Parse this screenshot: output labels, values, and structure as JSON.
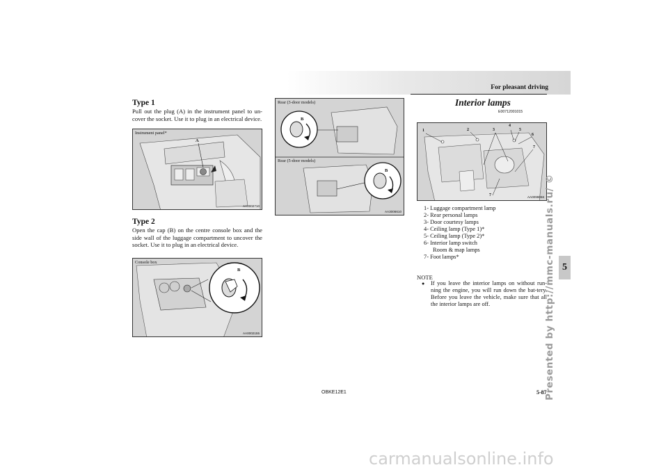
{
  "header": {
    "title": "For pleasant driving"
  },
  "left_column": {
    "type1": {
      "heading": "Type 1",
      "text": "Pull out the plug (A) in the instrument panel to un-cover the socket. Use it to plug in an electrical device.",
      "figure": {
        "caption": "Instrument panel*",
        "label": "A",
        "code": "AA0002710"
      }
    },
    "type2": {
      "heading": "Type 2",
      "text": "Open the cap (B) on the centre console box and the side wall of the luggage compartment to uncover the socket. Use it to plug in an electrical device.",
      "figure": {
        "caption": "Console box",
        "label": "B",
        "code": "AA0002155"
      }
    }
  },
  "middle_column": {
    "figure": {
      "top_caption": "Rear (3-door models)",
      "top_label": "B",
      "bottom_caption": "Rear (5-door models)",
      "bottom_label": "B",
      "code": "AA3006610"
    }
  },
  "right_column": {
    "section_title": "Interior lamps",
    "section_code": "E00712001015",
    "figure": {
      "code": "AA0099066",
      "callouts": [
        "1",
        "2",
        "3",
        "4",
        "5",
        "6",
        "7",
        "7"
      ]
    },
    "lamps": [
      {
        "num": "1-",
        "label": "Luggage compartment lamp"
      },
      {
        "num": "2-",
        "label": "Rear personal lamps"
      },
      {
        "num": "3-",
        "label": "Door courtesy lamps"
      },
      {
        "num": "4-",
        "label": "Ceiling lamp (Type 1)*"
      },
      {
        "num": "5-",
        "label": "Ceiling lamp (Type 2)*"
      },
      {
        "num": "6-",
        "label": "Interior lamp switch"
      },
      {
        "num": "",
        "label": "Room & map lamps"
      },
      {
        "num": "7-",
        "label": "Foot lamps*"
      }
    ],
    "note": {
      "label": "NOTE",
      "text": "If you leave the interior lamps on without run-ning the engine, you will run down the bat-tery. Before you leave the vehicle, make sure that all the interior lamps are off."
    }
  },
  "footer": {
    "code": "OBKE12E1",
    "page_number": "5-87"
  },
  "side_tab": "5",
  "watermark": {
    "vertical": "Presented by http://mmc-manuals.ru/ ©",
    "bottom": "carmanualsonline.info"
  }
}
